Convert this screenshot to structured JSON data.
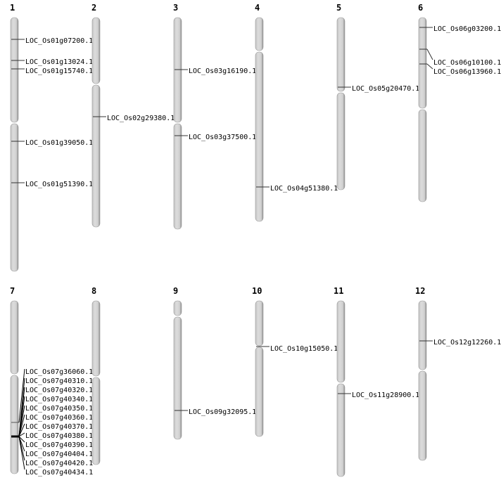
{
  "chromosomes": [
    {
      "number": "1",
      "genes": [
        "LOC_Os01g07200.1",
        "LOC_Os01g13024.1",
        "LOC_Os01g15740.1",
        "LOC_Os01g39050.1",
        "LOC_Os01g51390.1"
      ]
    },
    {
      "number": "2",
      "genes": [
        "LOC_Os02g29380.1"
      ]
    },
    {
      "number": "3",
      "genes": [
        "LOC_Os03g16190.1",
        "LOC_Os03g37500.1"
      ]
    },
    {
      "number": "4",
      "genes": [
        "LOC_Os04g51380.1"
      ]
    },
    {
      "number": "5",
      "genes": [
        "LOC_Os05g20470.1"
      ]
    },
    {
      "number": "6",
      "genes": [
        "LOC_Os06g03200.1",
        "LOC_Os06g10100.1",
        "LOC_Os06g13960.1"
      ]
    },
    {
      "number": "7",
      "genes": [
        "LOC_Os07g36060.1",
        "LOC_Os07g40310.1",
        "LOC_Os07g40320.1",
        "LOC_Os07g40340.1",
        "LOC_Os07g40350.1",
        "LOC_Os07g40360.1",
        "LOC_Os07g40370.1",
        "LOC_Os07g40380.1",
        "LOC_Os07g40390.1",
        "LOC_Os07g40404.1",
        "LOC_Os07g40420.1",
        "LOC_Os07g40434.1"
      ]
    },
    {
      "number": "8",
      "genes": []
    },
    {
      "number": "9",
      "genes": [
        "LOC_Os09g32095.1"
      ]
    },
    {
      "number": "10",
      "genes": [
        "LOC_Os10g15050.1"
      ]
    },
    {
      "number": "11",
      "genes": [
        "LOC_Os11g28900.1"
      ]
    },
    {
      "number": "12",
      "genes": [
        "LOC_Os12g12260.1"
      ]
    }
  ]
}
